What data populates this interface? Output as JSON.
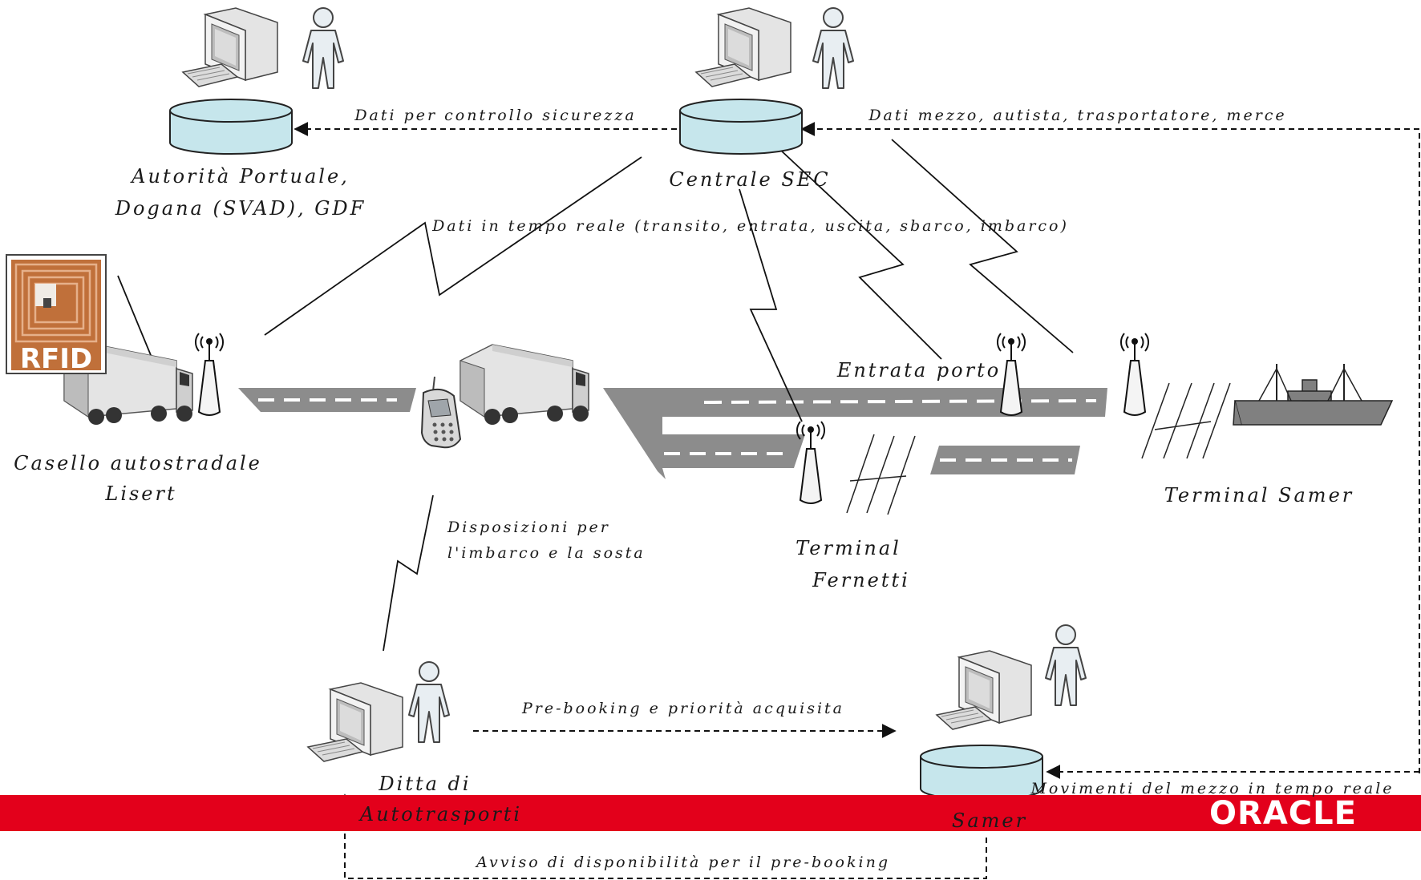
{
  "nodes": {
    "autorita": {
      "line1": "Autorità Portuale,",
      "line2": "Dogana (SVAD), GDF"
    },
    "centrale": {
      "label": "Centrale SEC"
    },
    "casello": {
      "line1": "Casello autostradale",
      "line2": "Lisert"
    },
    "fernetti": {
      "line1": "Terminal",
      "line2": "Fernetti"
    },
    "samer_terminal": {
      "label": "Terminal Samer"
    },
    "ditta": {
      "line1": "Ditta di",
      "line2": "Autotrasporti"
    },
    "samer": {
      "label": "Samer"
    },
    "entrata": {
      "label": "Entrata porto"
    }
  },
  "flows": {
    "controllo": "Dati per controllo sicurezza",
    "mezzo": "Dati mezzo, autista, trasportatore, merce",
    "tempo_reale": "Dati in tempo reale (transito, entrata, uscita, sbarco, imbarco)",
    "disposizioni_1": "Disposizioni per",
    "disposizioni_2": "l'imbarco e la sosta",
    "prebooking": "Pre-booking e priorità acquisita",
    "movimenti": "Movimenti del mezzo in tempo reale",
    "avviso": "Avviso di disponibilità per il pre-booking"
  },
  "badges": {
    "rfid": "RFID"
  },
  "footer": {
    "brand": "ORACLE",
    "band_color": "#e3001b"
  },
  "colors": {
    "database": "#c6e6ec",
    "road": "#8c8c8c",
    "ship": "#808080"
  }
}
